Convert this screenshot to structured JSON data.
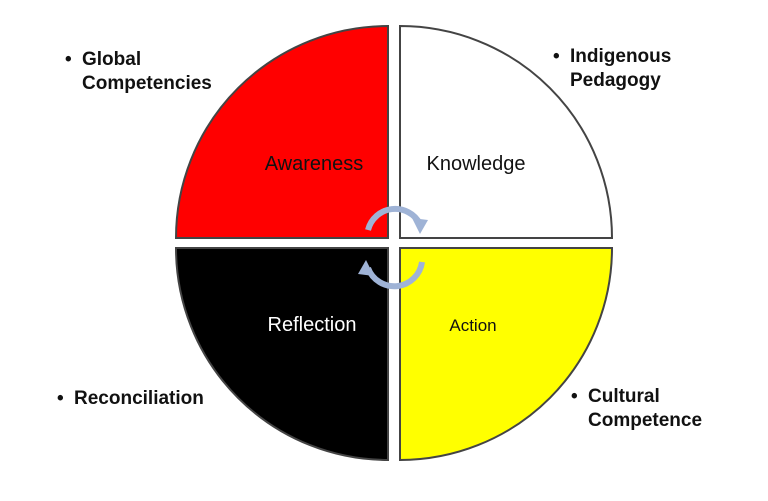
{
  "quadrants": {
    "top_left": {
      "label": "Awareness",
      "fill": "#ff0000",
      "text_color": "#111111"
    },
    "top_right": {
      "label": "Knowledge",
      "fill": "#ffffff",
      "text_color": "#111111"
    },
    "bottom_left": {
      "label": "Reflection",
      "fill": "#000000",
      "text_color": "#ffffff"
    },
    "bottom_right": {
      "label": "Action",
      "fill": "#ffff00",
      "text_color": "#111111"
    }
  },
  "corner_labels": {
    "top_left": {
      "bullet": "•",
      "line1": "Global",
      "line2": "Competencies"
    },
    "top_right": {
      "bullet": "•",
      "line1": "Indigenous",
      "line2": "Pedagogy"
    },
    "bottom_left": {
      "bullet": "•",
      "line1": "Reconciliation"
    },
    "bottom_right": {
      "bullet": "•",
      "line1": "Cultural",
      "line2": "Competence"
    }
  },
  "cycle_arrow_color": "#9fb3d6",
  "outline_color": "#444444"
}
